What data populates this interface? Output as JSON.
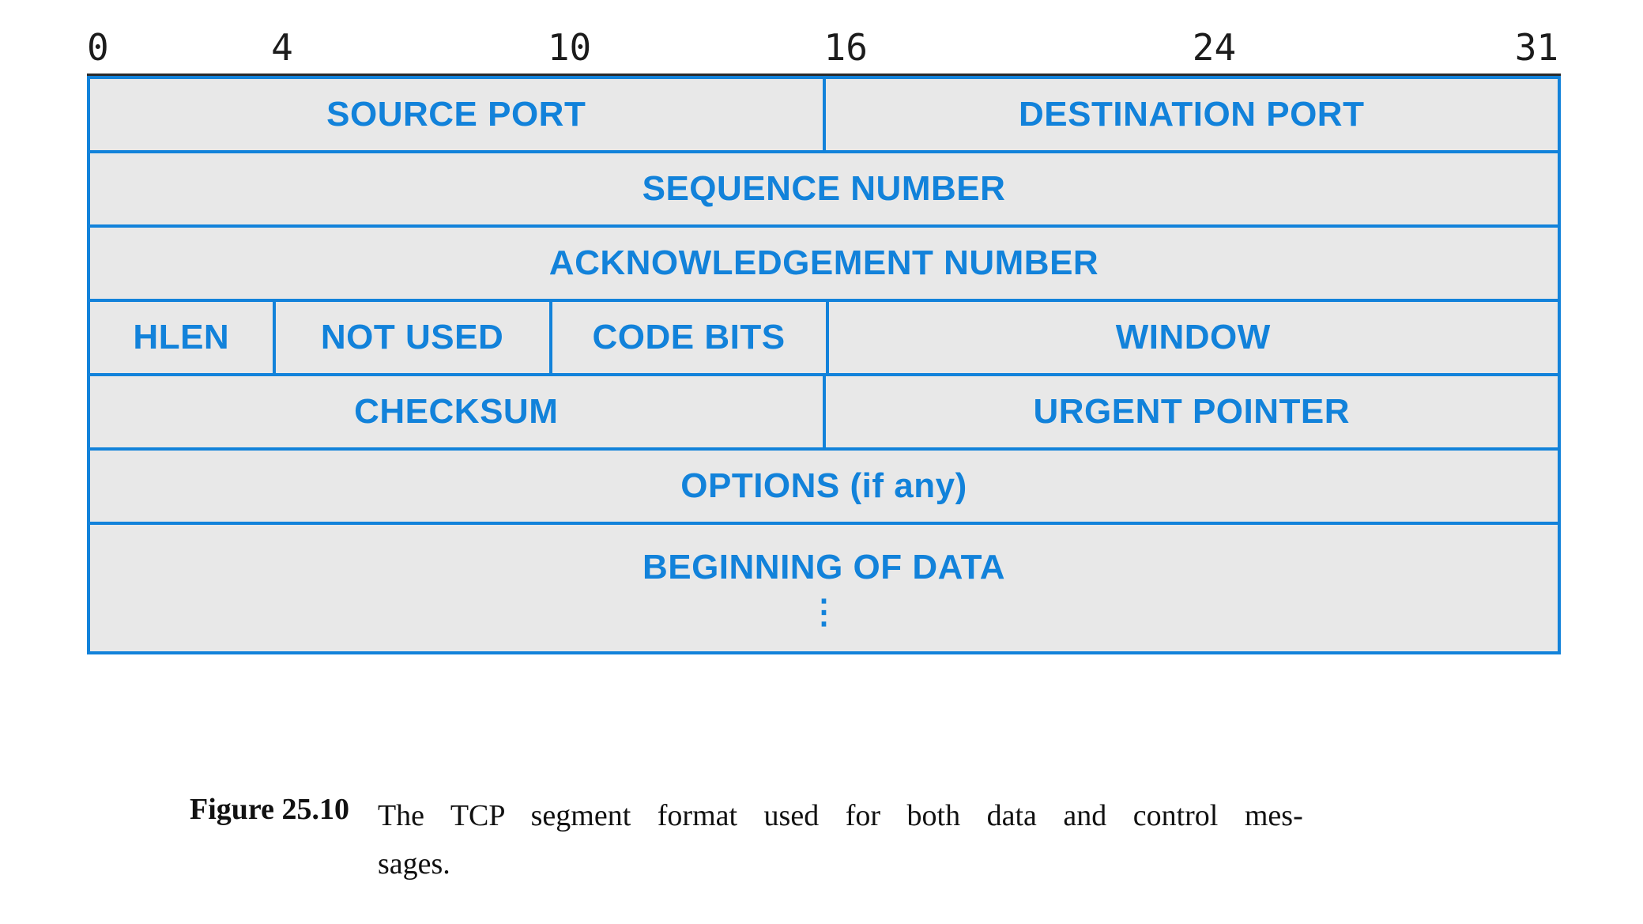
{
  "ruler": {
    "labels": [
      "0",
      "4",
      "10",
      "16",
      "24",
      "31"
    ]
  },
  "diagram": {
    "rows": [
      {
        "cells": [
          {
            "label": "SOURCE PORT"
          },
          {
            "label": "DESTINATION PORT"
          }
        ]
      },
      {
        "cells": [
          {
            "label": "SEQUENCE NUMBER"
          }
        ]
      },
      {
        "cells": [
          {
            "label": "ACKNOWLEDGEMENT NUMBER"
          }
        ]
      },
      {
        "cells": [
          {
            "label": "HLEN"
          },
          {
            "label": "NOT USED"
          },
          {
            "label": "CODE BITS"
          },
          {
            "label": "WINDOW"
          }
        ]
      },
      {
        "cells": [
          {
            "label": "CHECKSUM"
          },
          {
            "label": "URGENT POINTER"
          }
        ]
      },
      {
        "cells": [
          {
            "label": "OPTIONS (if any)"
          }
        ]
      },
      {
        "cells": [
          {
            "label": "BEGINNING OF DATA"
          }
        ]
      }
    ],
    "ellipsis": "⋮"
  },
  "caption": {
    "figure_label": "Figure 25.10",
    "line1": "The TCP segment format used for both data and control mes-",
    "line2": "sages."
  },
  "colors": {
    "accent": "#1282da",
    "cell_fill": "#e8e8e8",
    "ruler_line": "#2b2b2b",
    "ruler_text": "#1c1c1c",
    "caption_text": "#111111"
  }
}
